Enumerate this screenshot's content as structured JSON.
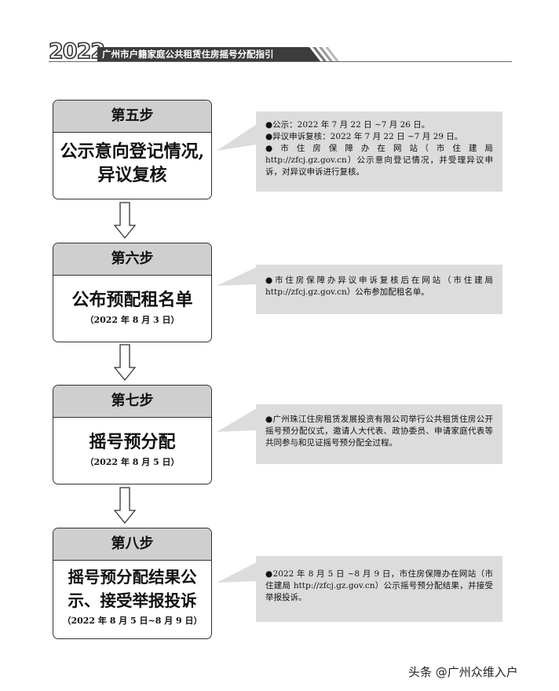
{
  "header": {
    "year": "2022",
    "title": "广州市户籍家庭公共租赁住房摇号分配指引"
  },
  "steps": [
    {
      "label": "第五步",
      "title_lines": [
        "公示意向登记情况,",
        "异议复核"
      ],
      "date": "",
      "notes": [
        "●公示：2022 年 7 月 22 日 ~7 月 26 日。",
        "●异议申诉复核：2022 年 7 月 22 日 ~7 月 29 日。",
        "● 市 住 房 保 障 办 在 网 站（ 市 住 建 局 http://zfcj.gz.gov.cn）公示意向登记情况，并受理异议申诉，对异议申诉进行复核。"
      ]
    },
    {
      "label": "第六步",
      "title_lines": [
        "公布预配租名单"
      ],
      "date": "（2022 年 8 月 3 日）",
      "notes": [
        "●市住房保障办异议申诉复核后在网站（市住建局 http://zfcj.gz.gov.cn）公布参加配租名单。"
      ]
    },
    {
      "label": "第七步",
      "title_lines": [
        "摇号预分配"
      ],
      "date": "（2022 年 8 月 5 日）",
      "notes": [
        "●广州珠江住房租赁发展投资有限公司举行公共租赁住房公开摇号预分配仪式，邀请人大代表、政协委员、申请家庭代表等共同参与和见证摇号预分配全过程。"
      ]
    },
    {
      "label": "第八步",
      "title_lines": [
        "摇号预分配结果公",
        "示、接受举报投诉"
      ],
      "date": "（2022 年 8 月 5 日~8 月 9 日）",
      "notes": [
        "●2022 年 8 月 5 日 ~8 月 9 日，市住房保障办在网站（市住建局 http://zfcj.gz.gov.cn）公示摇号预分配结果，并接受举报投诉。"
      ]
    }
  ],
  "watermark": "头条 @广州众维入户"
}
